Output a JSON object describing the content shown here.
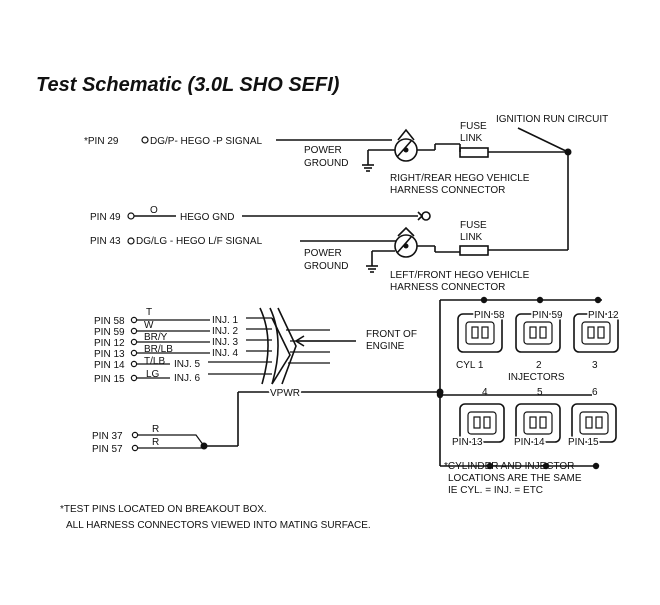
{
  "title": "Test Schematic (3.0L SHO SEFI)",
  "hego": {
    "pin29": "*PIN 29",
    "sig_rp": "DG/P- HEGO -P SIGNAL",
    "pin49": "PIN 49",
    "wire_o": "O",
    "hego_gnd": "HEGO GND",
    "pin43": "PIN 43",
    "sig_lf": "DG/LG - HEGO L/F SIGNAL",
    "power_ground_1": "POWER GROUND",
    "power_ground_2": "POWER GROUND",
    "fuse_link_1": "FUSE LINK",
    "fuse_link_2": "FUSE LINK",
    "ignition": "IGNITION RUN CIRCUIT",
    "rr_connector": "RIGHT/REAR HEGO VEHICLE HARNESS CONNECTOR",
    "lf_connector": "LEFT/FRONT HEGO VEHICLE HARNESS CONNECTOR"
  },
  "injector_pins": [
    {
      "pin": "PIN 58",
      "color": "T",
      "inj": "INJ. 1"
    },
    {
      "pin": "PIN 59",
      "color": "W",
      "inj": "INJ. 2"
    },
    {
      "pin": "PIN 12",
      "color": "BR/Y",
      "inj": "INJ. 3"
    },
    {
      "pin": "PIN 13",
      "color": "BR/LB",
      "inj": "INJ. 4"
    },
    {
      "pin": "PIN 14",
      "color": "T/LB",
      "inj": "INJ. 5"
    },
    {
      "pin": "PIN 15",
      "color": "LG",
      "inj": "INJ. 6"
    }
  ],
  "front_of_engine": "FRONT OF ENGINE",
  "vpwr": "VPWR",
  "pin37": "PIN 37",
  "pin57": "PIN 57",
  "wire_r1": "R",
  "wire_r2": "R",
  "top_connectors": [
    {
      "pin": "PIN 58",
      "label": "CYL 1"
    },
    {
      "pin": "PIN 59",
      "label": "2"
    },
    {
      "pin": "PIN 12",
      "label": "3"
    }
  ],
  "injectors_label": "INJECTORS",
  "bottom_connectors": [
    {
      "num": "4",
      "pin": "PIN 13"
    },
    {
      "num": "5",
      "pin": "PIN 14"
    },
    {
      "num": "6",
      "pin": "PIN 15"
    }
  ],
  "cyl_note": "*CYLINDER AND INJECTOR LOCATIONS ARE THE SAME IE CYL. = INJ. = ETC",
  "footnote_1": "*TEST PINS LOCATED ON BREAKOUT BOX.",
  "footnote_2": "ALL HARNESS CONNECTORS VIEWED INTO MATING SURFACE."
}
